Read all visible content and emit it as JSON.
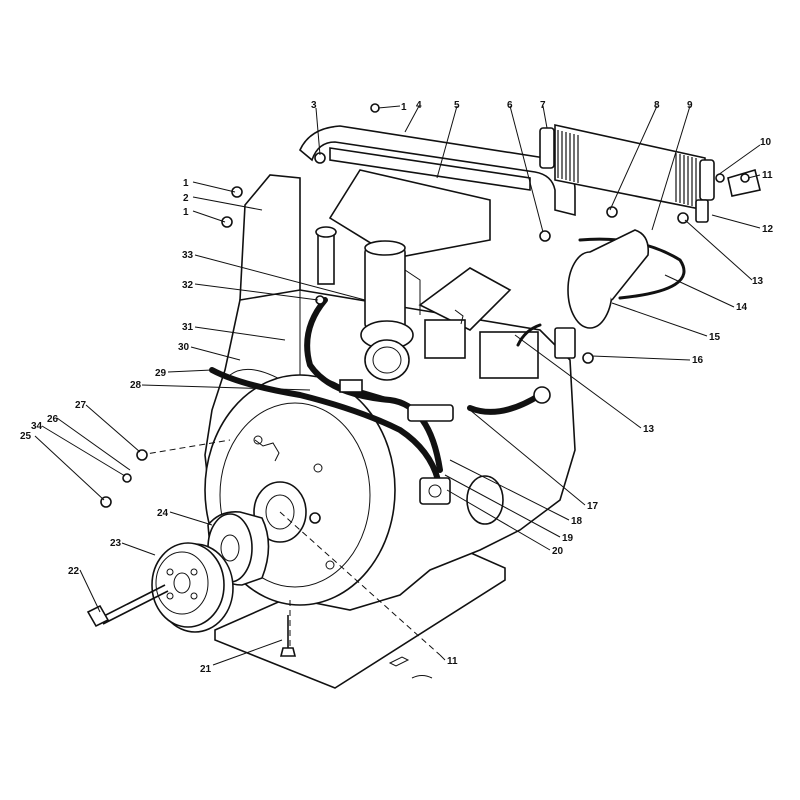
{
  "callouts": [
    "1",
    "1",
    "1",
    "2",
    "3",
    "4",
    "5",
    "6",
    "7",
    "8",
    "9",
    "10",
    "11",
    "12",
    "13",
    "14",
    "15",
    "16",
    "13",
    "17",
    "18",
    "19",
    "20",
    "11",
    "21",
    "22",
    "23",
    "24",
    "25",
    "34",
    "26",
    "27",
    "28",
    "29",
    "30",
    "31",
    "32",
    "33"
  ]
}
